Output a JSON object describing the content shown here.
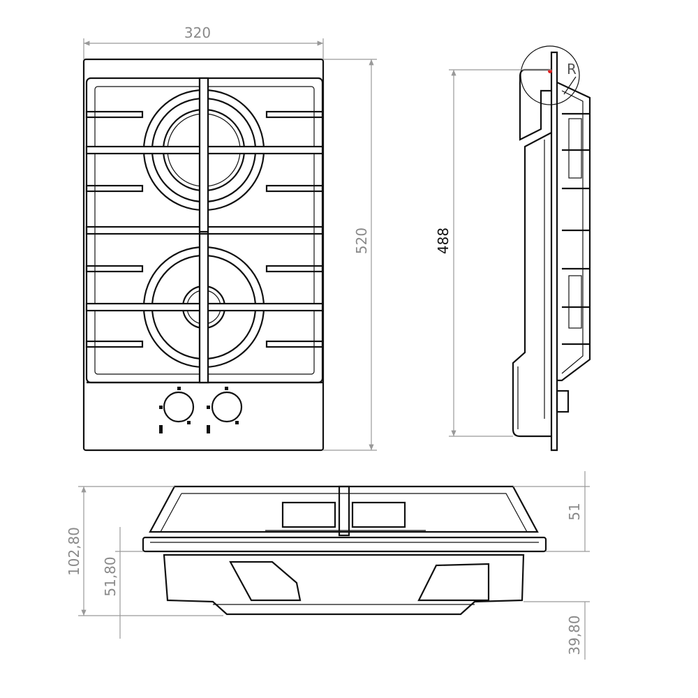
{
  "drawing": {
    "top_view": {
      "width_label": "320",
      "height_label": "520"
    },
    "side_view": {
      "height_label": "488",
      "radius_label": "R"
    },
    "front_view": {
      "total_height_label": "102,80",
      "below_top_label": "51,80",
      "above_top_label": "51",
      "bottom_label": "39,80"
    },
    "colors": {
      "line": "#111111",
      "dimension": "#8a8a8a",
      "marker": "#e02020"
    }
  }
}
